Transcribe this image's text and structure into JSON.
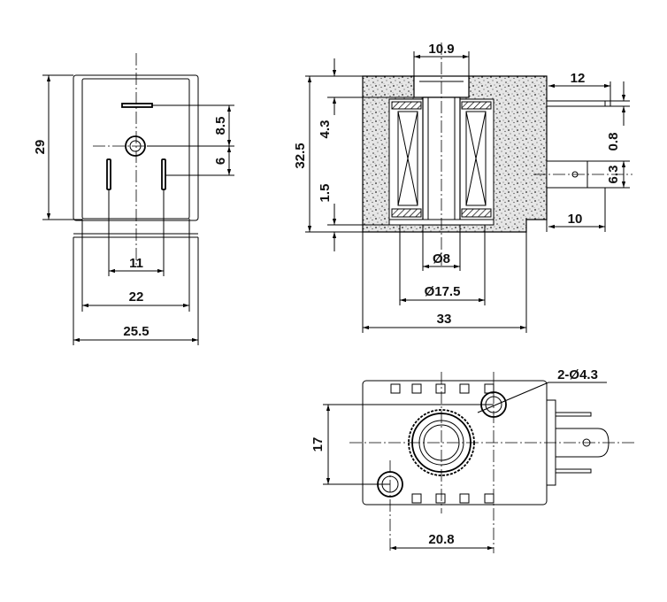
{
  "front_view": {
    "dim_height": "29",
    "dim_upper": "8.5",
    "dim_lower": "6",
    "dim_pin_spacing": "11",
    "dim_inner_width": "22",
    "dim_outer_width": "25.5"
  },
  "section_view": {
    "dim_top_boss": "10.9",
    "dim_terminal": "12",
    "dim_flange": "4.3",
    "dim_height": "32.5",
    "dim_base": "1.5",
    "dim_terminal_thickness": "0.8",
    "dim_terminal_width": "6.3",
    "dim_terminal_length": "10",
    "dim_bore": "Ø8",
    "dim_bobbin": "Ø17.5",
    "dim_width": "33"
  },
  "top_view": {
    "dim_holes": "2-Ø4.3",
    "dim_height": "17",
    "dim_hole_spacing": "20.8"
  }
}
